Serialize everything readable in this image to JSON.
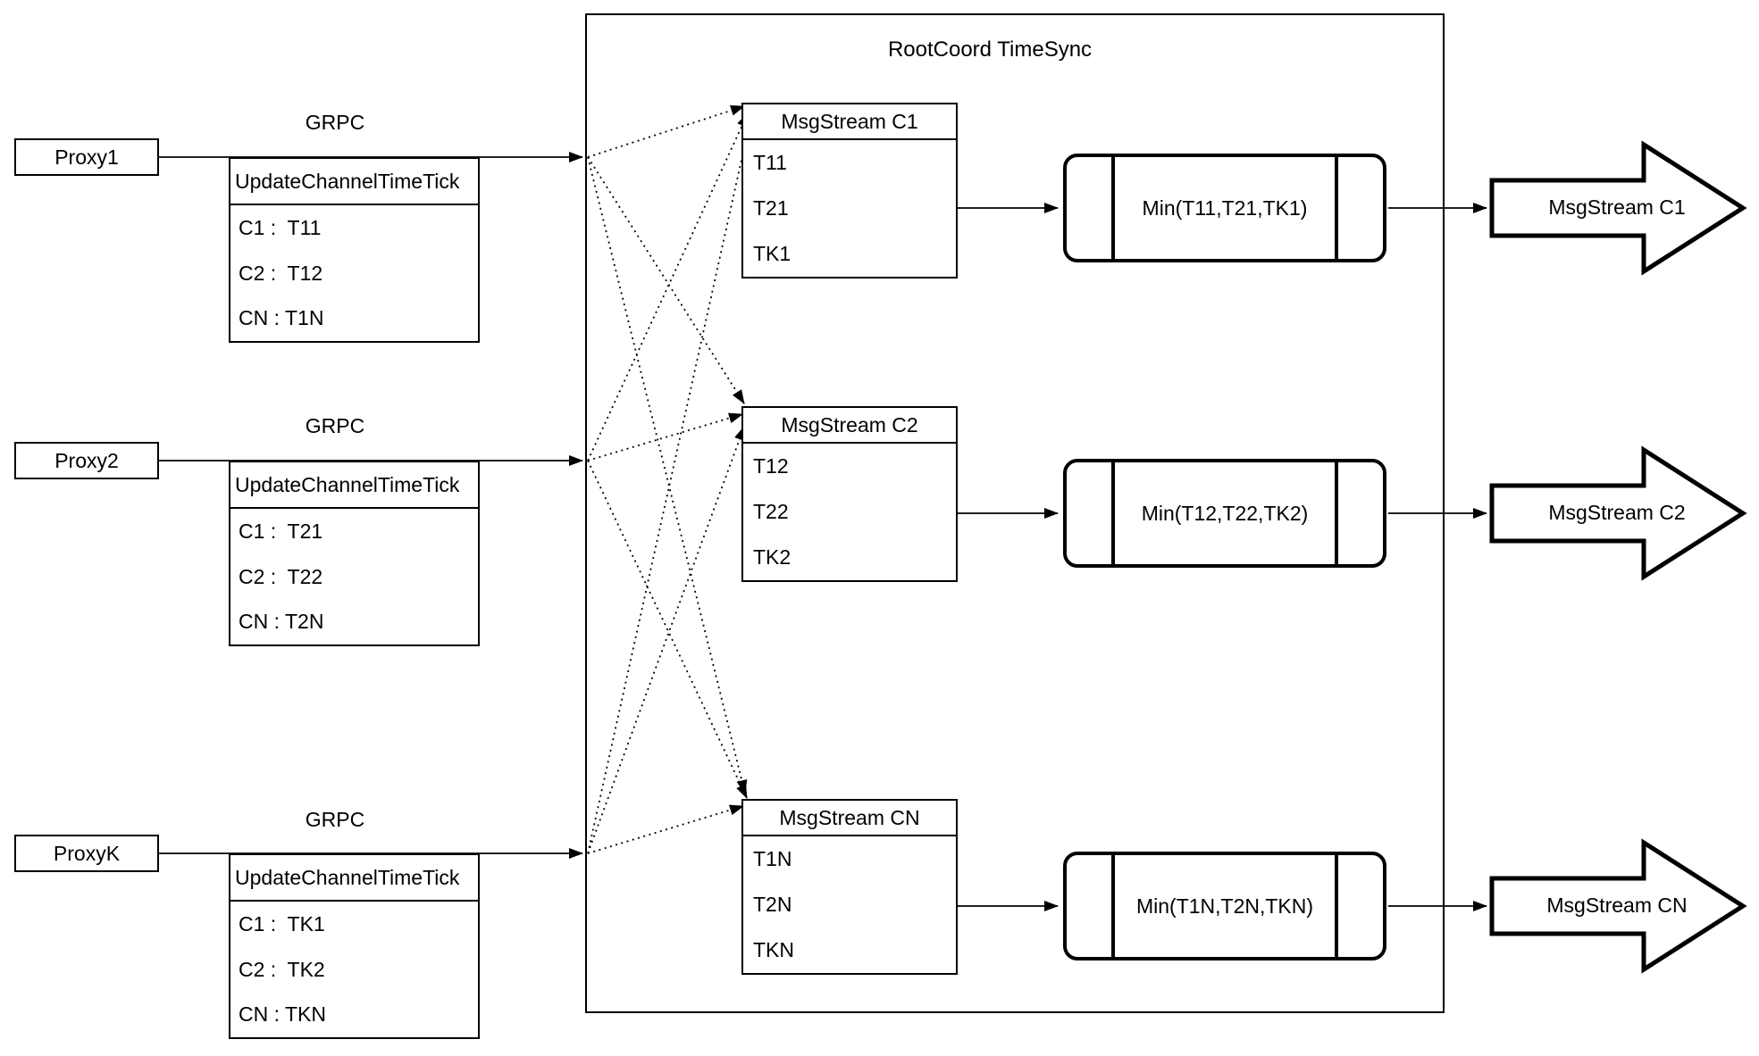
{
  "diagram": {
    "title": "RootCoord TimeSync",
    "colors": {
      "ink": "#000000",
      "background": "#ffffff"
    },
    "proxies": [
      {
        "name": "Proxy1",
        "protocol_label": "GRPC",
        "message_header": "UpdateChannelTimeTick",
        "entries": [
          "C1 :  T11",
          "C2 :  T12",
          "CN : T1N"
        ]
      },
      {
        "name": "Proxy2",
        "protocol_label": "GRPC",
        "message_header": "UpdateChannelTimeTick",
        "entries": [
          "C1 :  T21",
          "C2 :  T22",
          "CN : T2N"
        ]
      },
      {
        "name": "ProxyK",
        "protocol_label": "GRPC",
        "message_header": "UpdateChannelTimeTick",
        "entries": [
          "C1 :  TK1",
          "C2 :  TK2",
          "CN : TKN"
        ]
      }
    ],
    "channels": [
      {
        "stream_header": "MsgStream C1",
        "ticks": [
          "T11",
          "T21",
          "TK1"
        ],
        "min_label": "Min(T11,T21,TK1)",
        "output_label": "MsgStream C1"
      },
      {
        "stream_header": "MsgStream C2",
        "ticks": [
          "T12",
          "T22",
          "TK2"
        ],
        "min_label": "Min(T12,T22,TK2)",
        "output_label": "MsgStream C2"
      },
      {
        "stream_header": "MsgStream CN",
        "ticks": [
          "T1N",
          "T2N",
          "TKN"
        ],
        "min_label": "Min(T1N,T2N,TKN)",
        "output_label": "MsgStream CN"
      }
    ]
  }
}
